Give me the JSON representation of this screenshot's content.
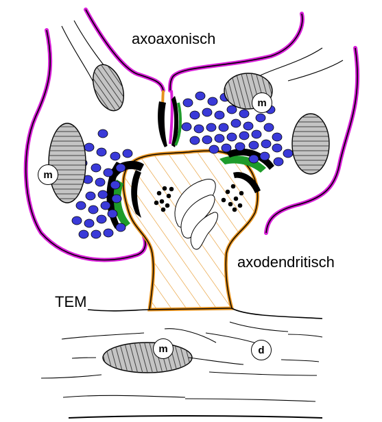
{
  "labels": {
    "axoaxonic": "axoaxonisch",
    "axodendritic": "axodendritisch",
    "method": "TEM"
  },
  "badges": {
    "mito_left": "m",
    "mito_upper_right": "m",
    "mito_bottom": "m",
    "dendrite": "d"
  },
  "colors": {
    "axon_membrane": "#d81fd8",
    "dendrite_membrane": "#e6921e",
    "vesicle": "#3a3ad8",
    "active_zone": "#1e9b2a",
    "density": "#000000",
    "mitochondrion_fill": "#c4c4c4"
  }
}
